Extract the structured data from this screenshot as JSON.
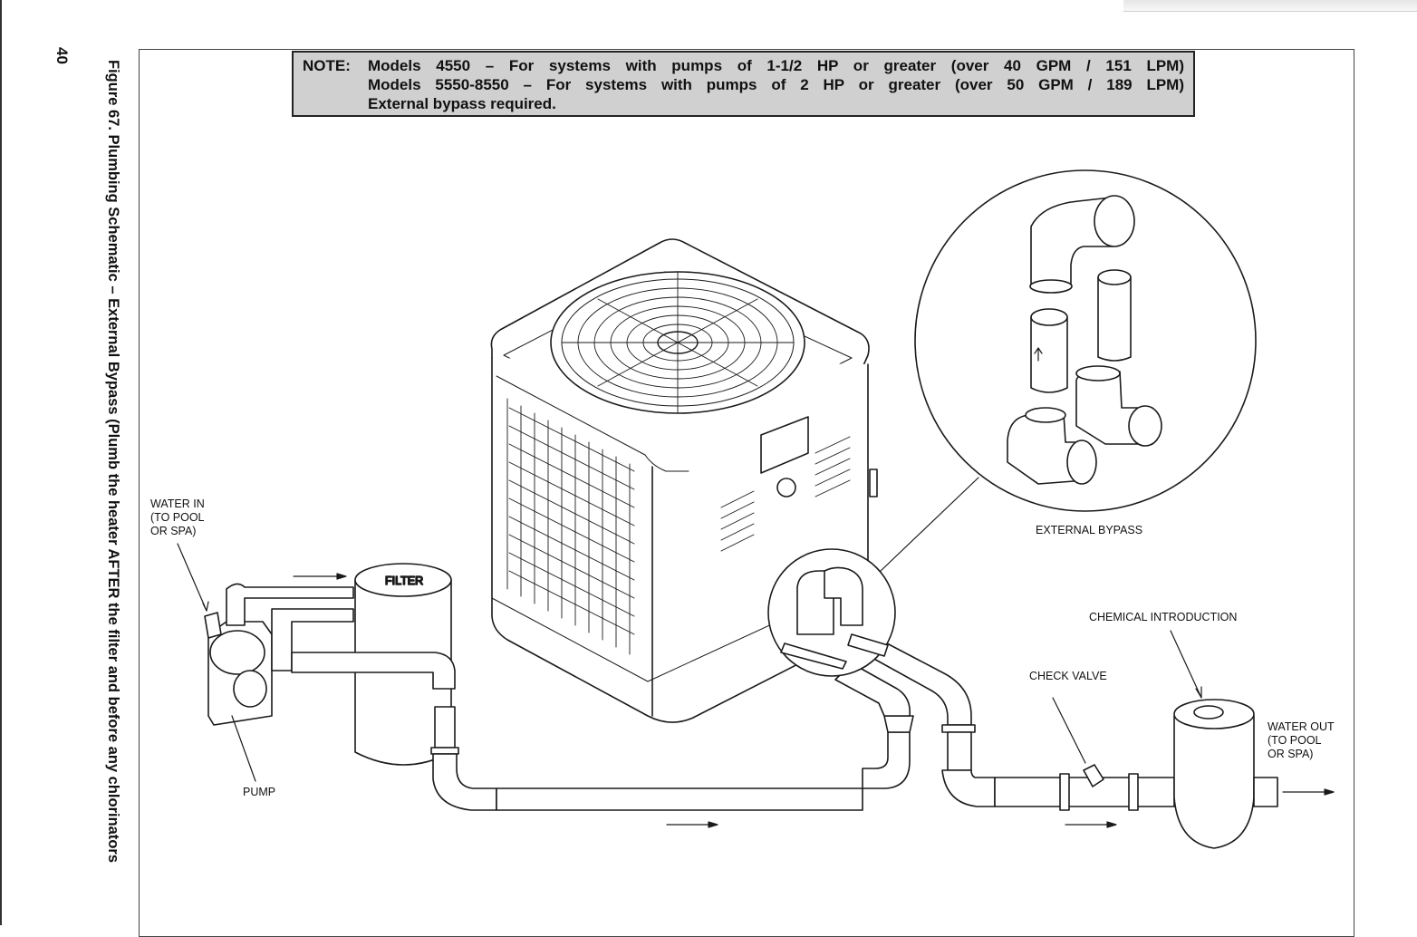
{
  "page_number": "40",
  "figure_caption": "Figure 67.  Plumbing Schematic – External Bypass (Plumb the heater AFTER the filter and before any chlorinators",
  "note": {
    "label": "NOTE:",
    "line1": "Models 4550 – For systems with pumps of 1-1/2 HP or greater (over 40 GPM / 151 LPM)",
    "line2": "Models 5550-8550 – For systems with pumps of 2 HP or greater (over 50 GPM / 189 LPM)",
    "line3": "External bypass required."
  },
  "labels": {
    "water_in": [
      "WATER IN",
      "(TO POOL",
      "OR SPA)"
    ],
    "filter": "FILTER",
    "pump": "PUMP",
    "external_bypass": "EXTERNAL BYPASS",
    "chemical_introduction": "CHEMICAL INTRODUCTION",
    "check_valve": "CHECK VALVE",
    "water_out": [
      "WATER OUT",
      "(TO POOL",
      "OR SPA)"
    ]
  },
  "colors": {
    "note_background": "#d0d0d0",
    "line": "#1a1a1a"
  }
}
